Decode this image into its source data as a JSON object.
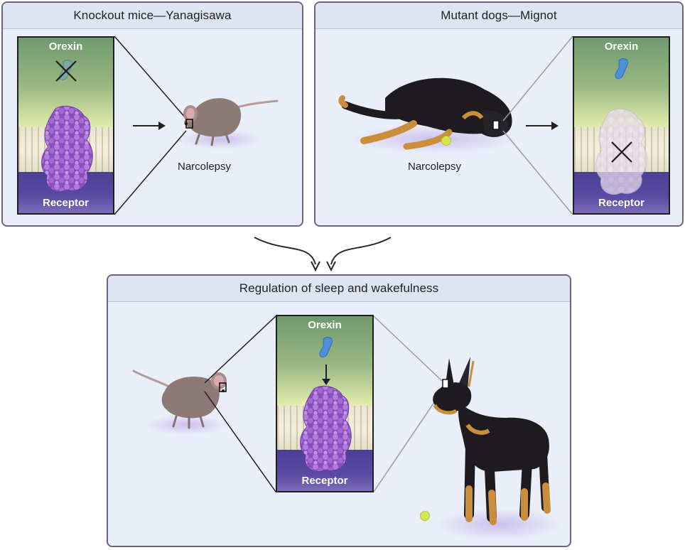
{
  "panels": {
    "knockout_mice": {
      "title": "Knockout mice—Yanagisawa",
      "orexin_label": "Orexin",
      "receptor_label": "Receptor",
      "caption": "Narcolepsy"
    },
    "mutant_dogs": {
      "title": "Mutant dogs—Mignot",
      "orexin_label": "Orexin",
      "receptor_label": "Receptor",
      "caption": "Narcolepsy"
    },
    "regulation": {
      "title": "Regulation of sleep and wakefulness",
      "orexin_label": "Orexin",
      "receptor_label": "Receptor"
    }
  },
  "colors": {
    "panel_border": "#6e6282",
    "panel_fill": "#e9eef8",
    "receptor_purple": "#9b5fc8",
    "orexin_blue": "#4f8fd6",
    "orexin_teal_blocked": "#7fa9a3"
  },
  "icons": {
    "orexin": "orexin-peptide-icon",
    "receptor": "receptor-protein-icon",
    "blocked": "x-mark-icon",
    "mouse": "mouse-illustration",
    "dog": "doberman-illustration",
    "ball": "tennis-ball-icon"
  }
}
